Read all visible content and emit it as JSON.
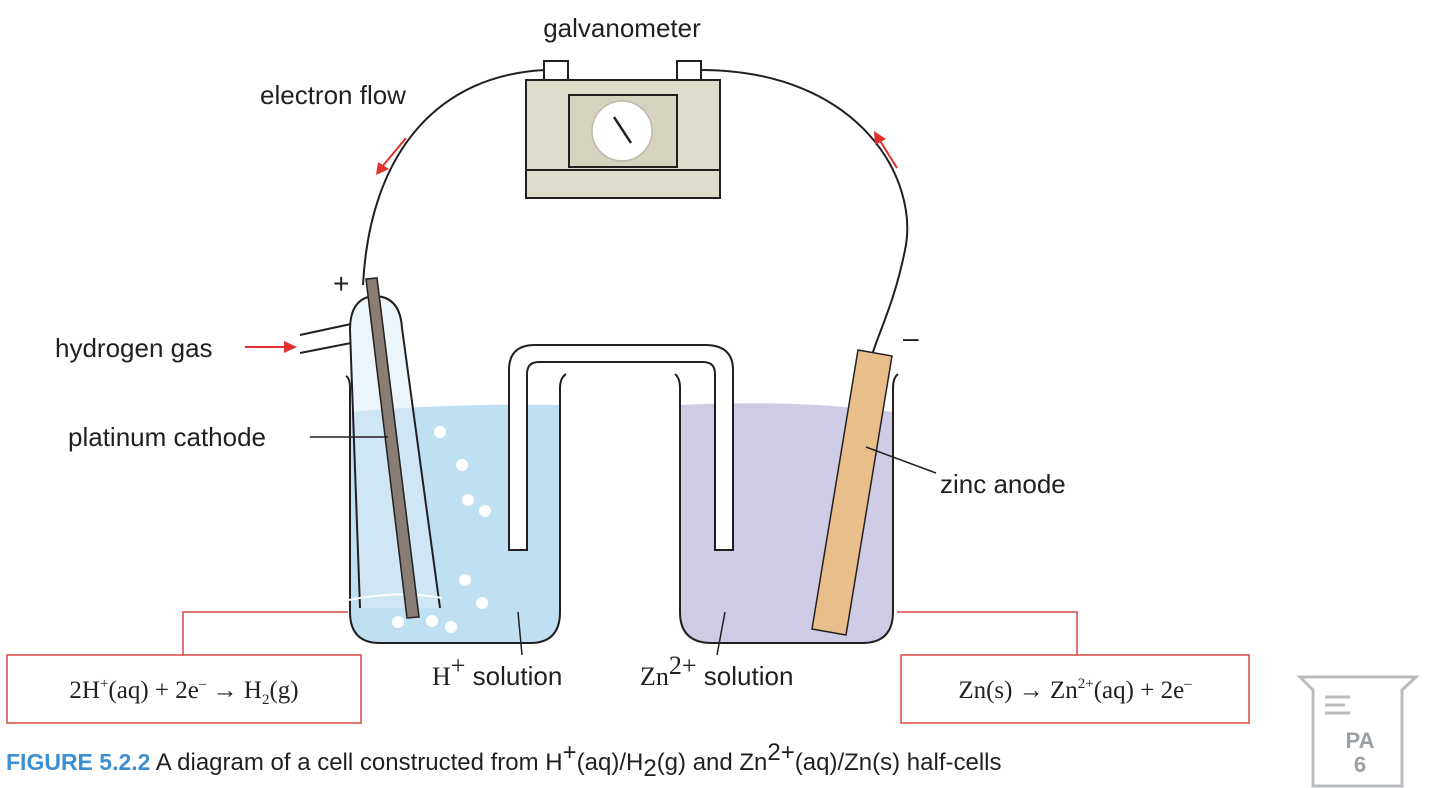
{
  "labels": {
    "galvanometer": "galvanometer",
    "electron_flow": "electron flow",
    "hydrogen_gas": "hydrogen gas",
    "platinum_cathode": "platinum cathode",
    "zinc_anode": "zinc anode",
    "h_solution_ion": "H",
    "h_solution_charge": "+",
    "h_solution_word": " solution",
    "zn_solution_ion": "Zn",
    "zn_solution_charge": "2+",
    "zn_solution_word": " solution",
    "plus_sign": "+",
    "minus_sign": "–"
  },
  "equations": {
    "cathode": {
      "a": "2H",
      "a_sup": "+",
      "b": "(aq) + 2e",
      "b_sup": "–",
      "c": " → H",
      "c_sub": "2",
      "d": "(g)"
    },
    "anode": {
      "a": "Zn(s) → Zn",
      "a_sup": "2+",
      "b": "(aq) + 2e",
      "b_sup": "–"
    }
  },
  "caption": {
    "number": "FIGURE 5.2.2",
    "t1": " A diagram of a cell constructed from H",
    "t1_sup": "+",
    "t2": "(aq)/H",
    "t2_sub": "2",
    "t3": "(g) and Zn",
    "t3_sup": "2+",
    "t4": "(aq)/Zn(s) half-cells"
  },
  "badge": {
    "line1": "PA",
    "line2": "6"
  },
  "colors": {
    "h_solution": "#bfe0f3",
    "zn_solution": "#cfcbe5",
    "zinc_rod": "#e8bf8a",
    "platinum_rod": "#8a7d74",
    "galvanometer_body": "#e0dccb",
    "arrow_red": "#e0312e",
    "equation_border": "#d94a43",
    "caption_blue": "#3d8fd1"
  }
}
